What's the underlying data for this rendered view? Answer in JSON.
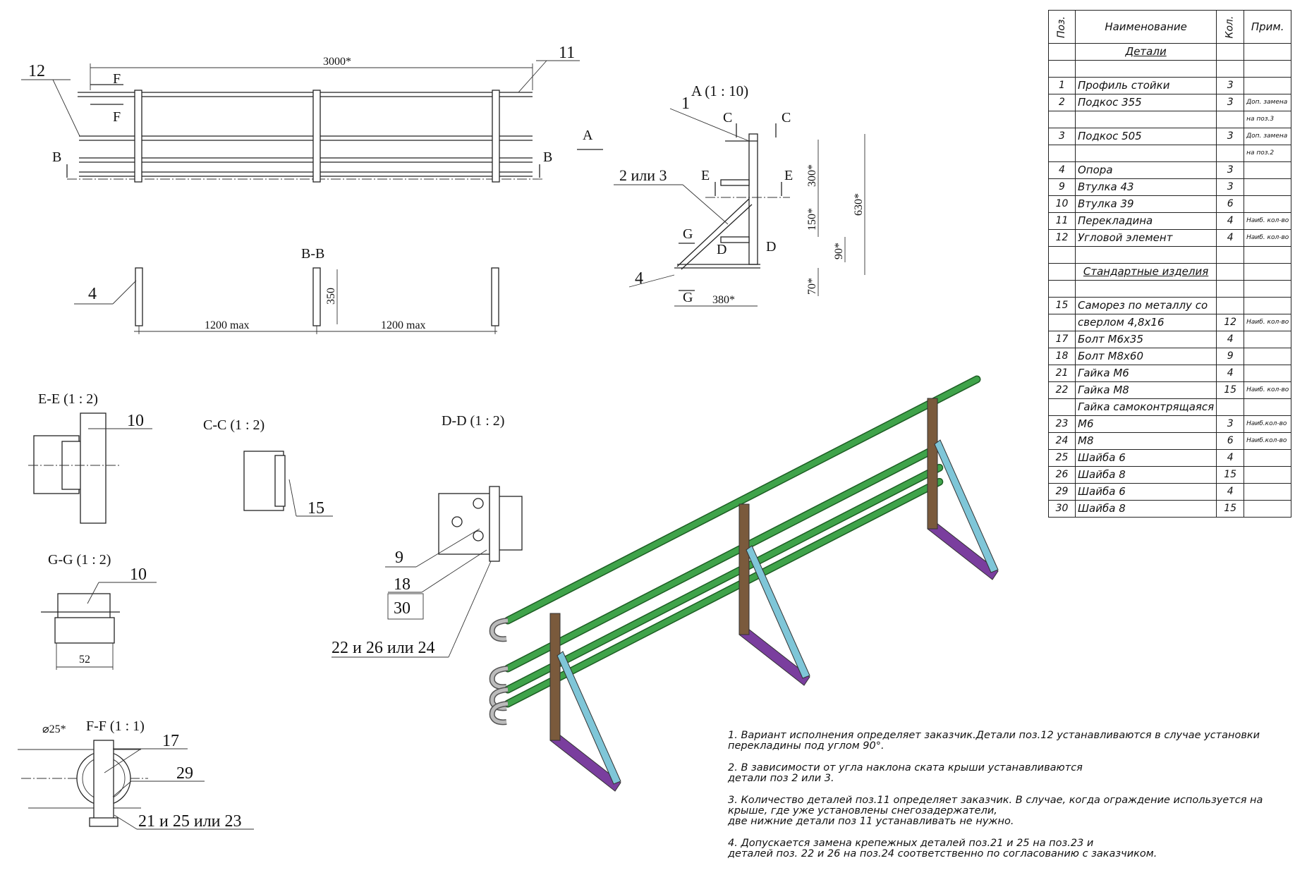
{
  "top_view": {
    "length_dim": "3000*",
    "section_f_label": "F",
    "section_b_label": "B",
    "view_a_label": "A",
    "callout_12": "12",
    "callout_11": "11"
  },
  "section_bb": {
    "title": "B-B",
    "callout_4": "4",
    "height_dim": "350",
    "spacing_left": "1200 max",
    "spacing_right": "1200 max"
  },
  "view_a": {
    "title": "A  (1 : 10)",
    "callout_1": "1",
    "callout_2_3": "2 или 3",
    "callout_4": "4",
    "c_label": "C",
    "e_label": "E",
    "g_label": "G",
    "d_label": "D",
    "dim_300": "300*",
    "dim_150": "150*",
    "dim_90": "90*",
    "dim_70": "70*",
    "dim_630": "630*",
    "dim_380": "380*"
  },
  "section_ee": {
    "title": "E-E  (1 : 2)",
    "callout": "10"
  },
  "section_cc": {
    "title": "C-C  (1 : 2)",
    "callout": "15"
  },
  "section_dd": {
    "title": "D-D  (1 : 2)",
    "callout_9": "9",
    "callout_18": "18",
    "callout_30": "30",
    "callout_fasteners": "22 и 26 или 24"
  },
  "section_gg": {
    "title": "G-G  (1 : 2)",
    "callout": "10",
    "width_dim": "52"
  },
  "section_ff": {
    "title": "F-F  (1 : 1)",
    "diameter": "⌀25*",
    "callout_17": "17",
    "callout_29": "29",
    "callout_fasteners": "21 и 25 или 23"
  },
  "spec_table": {
    "headers": {
      "pos": "Поз.",
      "name": "Наименование",
      "qty": "Кол.",
      "note": "Прим."
    },
    "rows": [
      {
        "pos": "",
        "name": "Детали",
        "qty": "",
        "note": "",
        "section": true
      },
      {
        "pos": "",
        "name": "",
        "qty": "",
        "note": ""
      },
      {
        "pos": "1",
        "name": "Профиль стойки",
        "qty": "3",
        "note": ""
      },
      {
        "pos": "2",
        "name": "Подкос 355",
        "qty": "3",
        "note": "Доп. замена"
      },
      {
        "pos": "",
        "name": "",
        "qty": "",
        "note": "на поз.3"
      },
      {
        "pos": "3",
        "name": "Подкос 505",
        "qty": "3",
        "note": "Доп. замена"
      },
      {
        "pos": "",
        "name": "",
        "qty": "",
        "note": "на поз.2"
      },
      {
        "pos": "4",
        "name": "Опора",
        "qty": "3",
        "note": ""
      },
      {
        "pos": "9",
        "name": "Втулка 43",
        "qty": "3",
        "note": ""
      },
      {
        "pos": "10",
        "name": "Втулка 39",
        "qty": "6",
        "note": ""
      },
      {
        "pos": "11",
        "name": "Перекладина",
        "qty": "4",
        "note": "Наиб. кол-во"
      },
      {
        "pos": "12",
        "name": "Угловой элемент",
        "qty": "4",
        "note": "Наиб. кол-во"
      },
      {
        "pos": "",
        "name": "",
        "qty": "",
        "note": ""
      },
      {
        "pos": "",
        "name": "Стандартные изделия",
        "qty": "",
        "note": "",
        "section": true
      },
      {
        "pos": "",
        "name": "",
        "qty": "",
        "note": ""
      },
      {
        "pos": "15",
        "name": "Саморез по металлу со",
        "qty": "",
        "note": ""
      },
      {
        "pos": "",
        "name": "сверлом 4,8х16",
        "qty": "12",
        "note": "Наиб. кол-во"
      },
      {
        "pos": "17",
        "name": "Болт М6х35",
        "qty": "4",
        "note": ""
      },
      {
        "pos": "18",
        "name": "Болт М8х60",
        "qty": "9",
        "note": ""
      },
      {
        "pos": "21",
        "name": "Гайка М6",
        "qty": "4",
        "note": ""
      },
      {
        "pos": "22",
        "name": "Гайка М8",
        "qty": "15",
        "note": "Наиб. кол-во"
      },
      {
        "pos": "",
        "name": "Гайка самоконтрящаяся",
        "qty": "",
        "note": ""
      },
      {
        "pos": "23",
        "name": "М6",
        "qty": "3",
        "note": "Наиб.кол-во"
      },
      {
        "pos": "24",
        "name": "М8",
        "qty": "6",
        "note": "Наиб.кол-во"
      },
      {
        "pos": "25",
        "name": "Шайба 6",
        "qty": "4",
        "note": ""
      },
      {
        "pos": "26",
        "name": "Шайба 8",
        "qty": "15",
        "note": ""
      },
      {
        "pos": "29",
        "name": "Шайба  6",
        "qty": "4",
        "note": ""
      },
      {
        "pos": "30",
        "name": "Шайба  8",
        "qty": "15",
        "note": ""
      }
    ]
  },
  "notes": [
    "1. Вариант исполнения определяет заказчик.Детали поз.12 устанавливаются в случае установки\nперекладины под углом 90°.",
    "2. В зависимости от угла наклона ската крыши устанавливаются\nдетали поз 2 или 3.",
    "3. Количество деталей поз.11 определяет заказчик. В случае, когда ограждение используется на\nкрыше, где уже установлены снегозадержатели,\nдве нижние детали поз 11 устанавливать не нужно.",
    "4. Допускается замена крепежных деталей поз.21 и 25 на поз.23 и\nдеталей поз. 22 и 26 на поз.24 соответственно по  согласованию с заказчиком."
  ],
  "colors": {
    "rail": "#3fa34a",
    "post": "#7a5a3c",
    "brace": "#7fc6d8",
    "support": "#7a3e9e"
  }
}
